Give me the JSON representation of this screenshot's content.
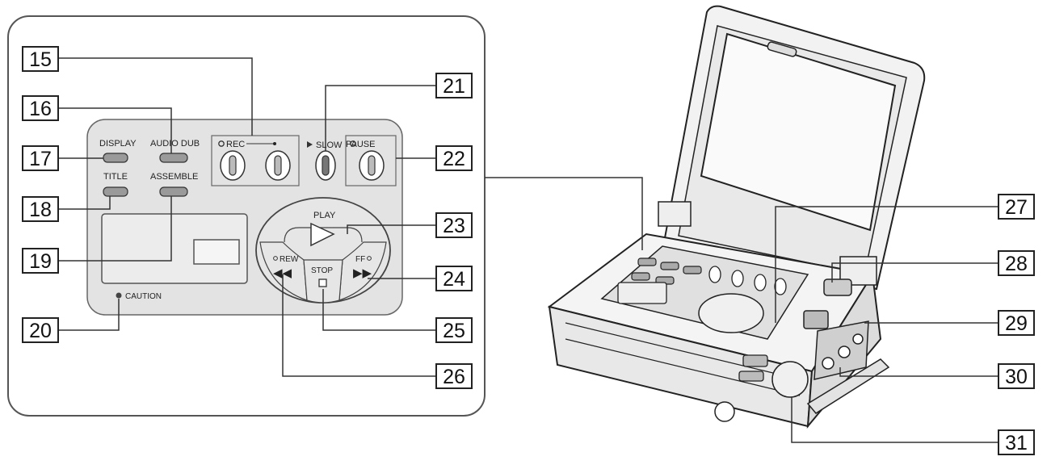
{
  "callouts": {
    "c15": "15",
    "c16": "16",
    "c17": "17",
    "c18": "18",
    "c19": "19",
    "c20": "20",
    "c21": "21",
    "c22": "22",
    "c23": "23",
    "c24": "24",
    "c25": "25",
    "c26": "26",
    "c27": "27",
    "c28": "28",
    "c29": "29",
    "c30": "30",
    "c31": "31"
  },
  "panel": {
    "display": "DISPLAY",
    "audio_dub": "AUDIO DUB",
    "title": "TITLE",
    "assemble": "ASSEMBLE",
    "rec": "REC",
    "slow": "SLOW",
    "pause": "PAUSE",
    "play": "PLAY",
    "stop": "STOP",
    "rew": "REW",
    "ff": "FF",
    "caution": "CAUTION"
  }
}
